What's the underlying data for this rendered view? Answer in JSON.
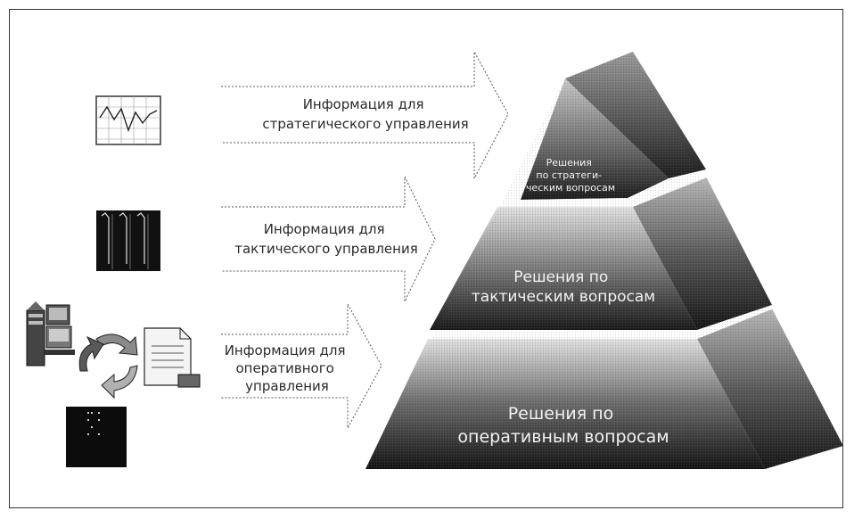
{
  "arrows": [
    {
      "id": "strategic-info",
      "lines": [
        "Информация для",
        "стратегического управления"
      ]
    },
    {
      "id": "tactical-info",
      "lines": [
        "Информация для",
        "тактического управления"
      ]
    },
    {
      "id": "operational-info",
      "lines": [
        "Информация для",
        "оперативного",
        "управления"
      ]
    }
  ],
  "pyramid": {
    "top": {
      "lines": [
        "Решения",
        "по стратеги-",
        "ческим вопросам"
      ]
    },
    "middle": {
      "lines": [
        "Решения по",
        "тактическим вопросам"
      ]
    },
    "bottom": {
      "lines": [
        "Решения по",
        "оперативным вопросам"
      ]
    }
  },
  "icons": [
    "line-chart-icon",
    "bar-chart-icon",
    "computer-network-icon",
    "recycle-arrows-icon",
    "document-icon",
    "dark-display-icon"
  ],
  "colors": {
    "pyramid_dark": "#1a1a1a",
    "pyramid_light": "#bdbdbd",
    "arrow_line": "#555555"
  }
}
